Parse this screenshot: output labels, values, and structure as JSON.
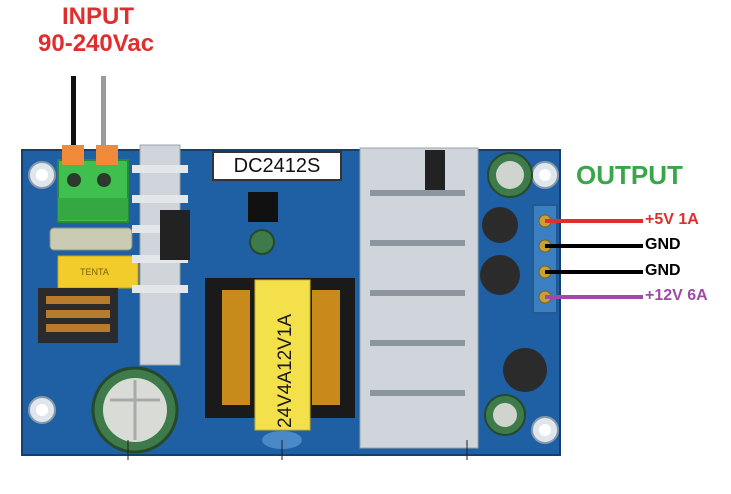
{
  "input": {
    "title": "INPUT",
    "voltage": "90-240Vac"
  },
  "board": {
    "model": "DC2412S",
    "transformer": "24V4A12V1A",
    "fuse_text": "TENTA"
  },
  "output": {
    "title": "OUTPUT",
    "terminals": [
      {
        "label": "+5V 1A",
        "color": "#e02e2e"
      },
      {
        "label": "GND",
        "color": "#000000"
      },
      {
        "label": "GND",
        "color": "#000000"
      },
      {
        "label": "+12V 6A",
        "color": "#a04aa8"
      }
    ]
  },
  "colors": {
    "pcb": "#1f5fa3",
    "terminal_block": "#3fbf4f",
    "heatsink": "#cfd5da",
    "input_text": "#e02e2e",
    "output_text": "#3aa64a"
  }
}
